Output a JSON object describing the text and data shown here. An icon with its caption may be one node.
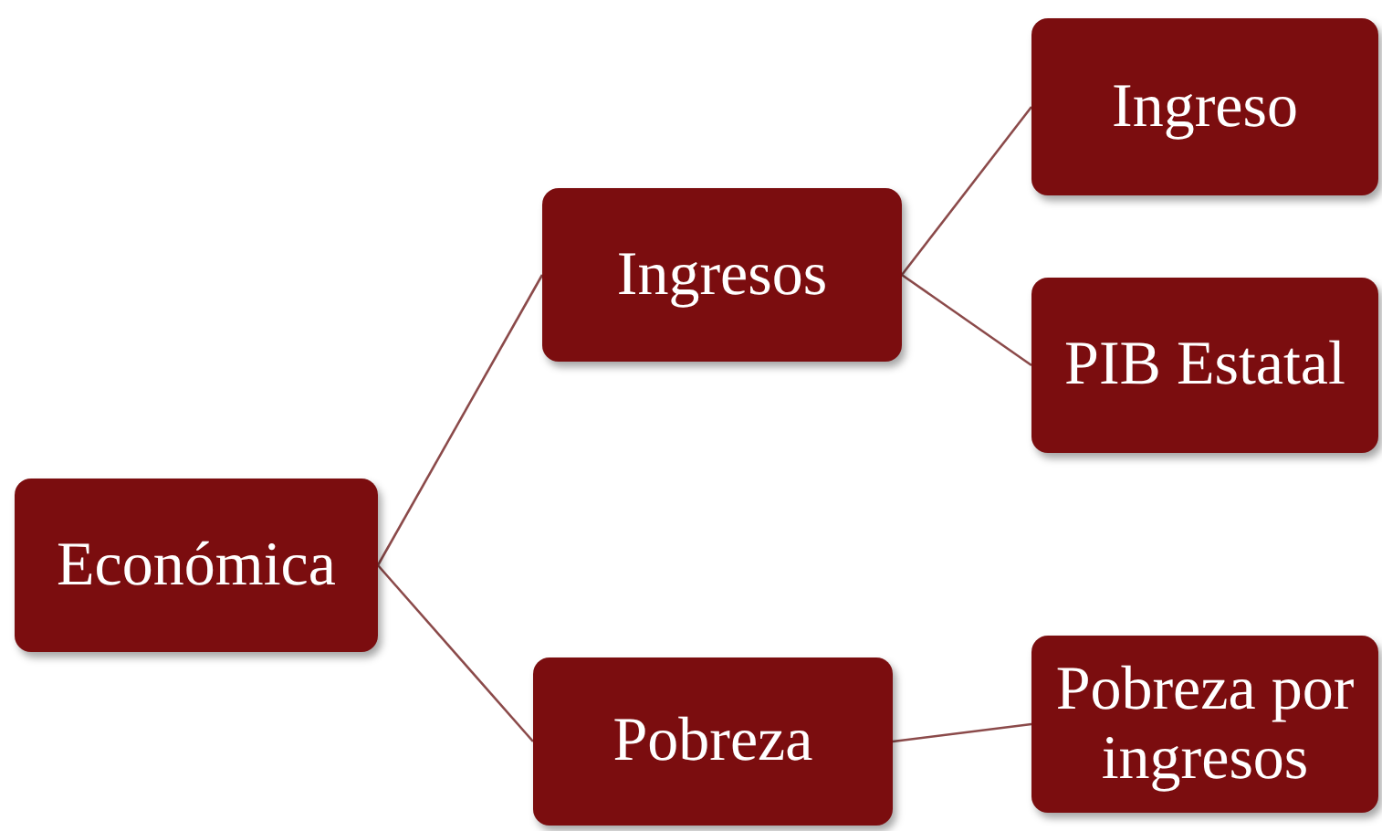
{
  "diagram": {
    "nodes": [
      {
        "text": [
          "Económica"
        ]
      },
      {
        "text": [
          "Ingresos"
        ]
      },
      {
        "text": [
          "Pobreza"
        ]
      },
      {
        "text": [
          "Ingreso"
        ]
      },
      {
        "text": [
          "PIB Estatal"
        ]
      },
      {
        "text": [
          "Pobreza por ingresos"
        ]
      }
    ],
    "edges": [
      {
        "from": 0,
        "to": 1,
        "arrow": "none"
      },
      {
        "from": 0,
        "to": 2,
        "arrow": "none"
      },
      {
        "from": 1,
        "to": 3,
        "arrow": "none"
      },
      {
        "from": 1,
        "to": 4,
        "arrow": "none"
      },
      {
        "from": 2,
        "to": 5,
        "arrow": "none"
      }
    ]
  }
}
